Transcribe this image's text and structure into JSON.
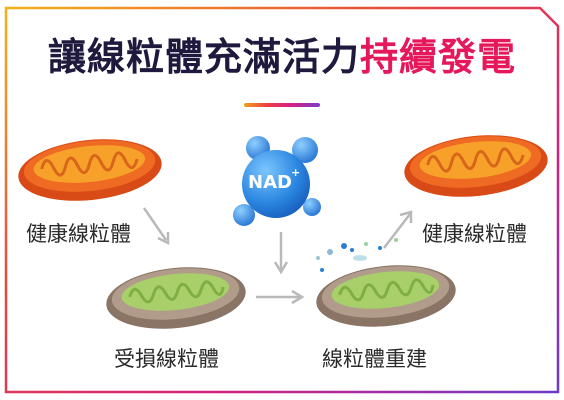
{
  "title": {
    "part1": "讓線粒體充滿活力",
    "part2": "持續發電"
  },
  "labels": {
    "healthy_left": "健康線粒體",
    "damaged": "受損線粒體",
    "rebuilding": "線粒體重建",
    "healthy_right": "健康線粒體"
  },
  "nad": {
    "text": "NAD",
    "superscript": "+"
  },
  "colors": {
    "healthy_outer": "#e0541a",
    "healthy_inner": "#f7a12a",
    "damaged_outer": "#9b8576",
    "damaged_inner": "#a9cf6a",
    "nad_blue": "#2f8fe0",
    "title_dark": "#1f1a3d",
    "title_accent": "#e6185c"
  }
}
